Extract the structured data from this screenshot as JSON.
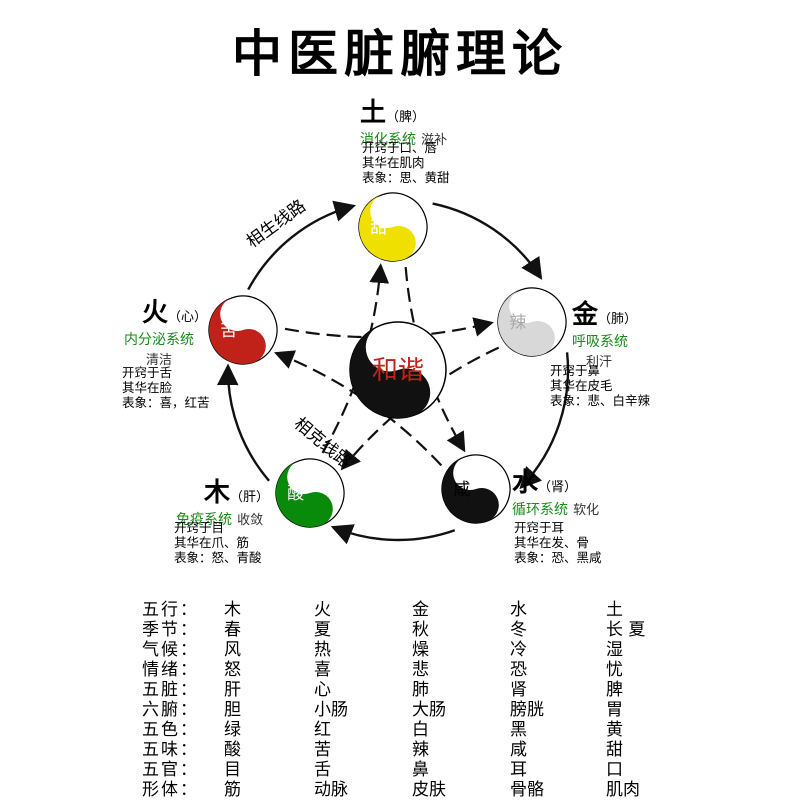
{
  "title": "中医脏腑理论",
  "center_label": "和谐",
  "generating_label": "相生线路",
  "restraining_label": "相克线路",
  "elements": [
    {
      "id": "earth",
      "name": "土",
      "organ": "（脾）",
      "system": "消化系统",
      "action": "滋补",
      "flavor": "甜",
      "color": "#f0e000",
      "lines": [
        "开窍于口、唇",
        "其华在肌肉",
        "表象：思、黄甜"
      ]
    },
    {
      "id": "metal",
      "name": "金",
      "organ": "（肺）",
      "system": "呼吸系统",
      "action": "利汗",
      "flavor": "辣",
      "color": "#d8d8d8",
      "lines": [
        "开窍于鼻",
        "其华在皮毛",
        "表象：悲、白辛辣"
      ]
    },
    {
      "id": "water",
      "name": "水",
      "organ": "（肾）",
      "system": "循环系统",
      "action": "软化",
      "flavor": "咸",
      "color": "#111111",
      "lines": [
        "开窍于耳",
        "其华在发、骨",
        "表象：恐、黑咸"
      ]
    },
    {
      "id": "wood",
      "name": "木",
      "organ": "（肝）",
      "system": "免疫系统",
      "action": "收敛",
      "flavor": "酸",
      "color": "#0a8a0a",
      "lines": [
        "开窍于目",
        "其华在爪、筋",
        "表象：怒、青酸"
      ]
    },
    {
      "id": "fire",
      "name": "火",
      "organ": "（心）",
      "system": "内分泌系统",
      "action": "清洁",
      "flavor": "苦",
      "color": "#c0221a",
      "lines": [
        "开窍于舌",
        "其华在脸",
        "表象：喜，红苦"
      ]
    }
  ],
  "table": [
    {
      "label": "五行：",
      "values": [
        "木",
        "火",
        "金",
        "水",
        "土"
      ]
    },
    {
      "label": "季节：",
      "values": [
        "春",
        "夏",
        "秋",
        "冬",
        "长 夏"
      ]
    },
    {
      "label": "气候：",
      "values": [
        "风",
        "热",
        "燥",
        "冷",
        "湿"
      ]
    },
    {
      "label": "情绪：",
      "values": [
        "怒",
        "喜",
        "悲",
        "恐",
        "忧"
      ]
    },
    {
      "label": "五脏：",
      "values": [
        "肝",
        "心",
        "肺",
        "肾",
        "脾"
      ]
    },
    {
      "label": "六腑：",
      "values": [
        "胆",
        "小肠",
        "大肠",
        "膀胱",
        "胃"
      ]
    },
    {
      "label": "五色：",
      "values": [
        "绿",
        "红",
        "白",
        "黑",
        "黄"
      ]
    },
    {
      "label": "五味：",
      "values": [
        "酸",
        "苦",
        "辣",
        "咸",
        "甜"
      ]
    },
    {
      "label": "五官：",
      "values": [
        "目",
        "舌",
        "鼻",
        "耳",
        "口"
      ]
    },
    {
      "label": "形体：",
      "values": [
        "筋",
        "动脉",
        "皮肤",
        "骨骼",
        "肌肉"
      ]
    }
  ]
}
